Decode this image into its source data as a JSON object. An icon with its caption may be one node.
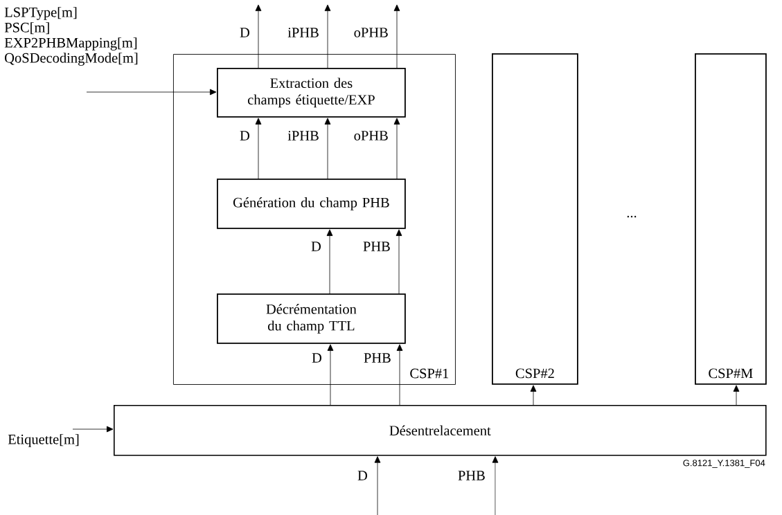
{
  "diagram": {
    "nodes": [
      {
        "text": [
          "CSP#1"
        ]
      },
      {
        "text": [
          "Extraction des champs étiquette/EXP"
        ],
        "in": 0
      },
      {
        "text": [
          "Génération du champ PHB"
        ],
        "in": 0
      },
      {
        "text": [
          "Décrémentation du champ TTL"
        ],
        "in": 0
      },
      {
        "text": [
          "CSP#2"
        ]
      },
      {
        "text": [
          "CSP#M"
        ]
      },
      {
        "text": [
          "Désentrelacement"
        ]
      }
    ],
    "edges": [
      {
        "from": 1,
        "to": null,
        "arrow": "to",
        "label": "D"
      },
      {
        "from": 1,
        "to": null,
        "arrow": "to",
        "label": "iPHB"
      },
      {
        "from": 1,
        "to": null,
        "arrow": "to",
        "label": "oPHB"
      },
      {
        "from": 2,
        "to": 1,
        "arrow": "to",
        "label": "D"
      },
      {
        "from": 2,
        "to": 1,
        "arrow": "to",
        "label": "iPHB"
      },
      {
        "from": 2,
        "to": 1,
        "arrow": "to",
        "label": "oPHB"
      },
      {
        "from": 3,
        "to": 2,
        "arrow": "to",
        "label": "D"
      },
      {
        "from": 3,
        "to": 2,
        "arrow": "to",
        "label": "PHB"
      },
      {
        "from": 6,
        "to": 3,
        "arrow": "to",
        "label": "D"
      },
      {
        "from": 6,
        "to": 3,
        "arrow": "to",
        "label": "PHB"
      },
      {
        "from": 6,
        "to": 4,
        "arrow": "to"
      },
      {
        "from": 6,
        "to": 5,
        "arrow": "to"
      },
      {
        "from": null,
        "to": 1,
        "arrow": "to"
      },
      {
        "from": null,
        "to": 6,
        "arrow": "to",
        "label": "Etiquette[m]"
      },
      {
        "from": null,
        "to": 6,
        "arrow": "to",
        "label": "D"
      },
      {
        "from": null,
        "to": 6,
        "arrow": "to",
        "label": "PHB"
      }
    ],
    "labels": [
      "LSPType[m]",
      "PSC[m]",
      "EXP2PHBMapping[m]",
      "QoSDecodingMode[m]",
      "...",
      "G.8121_Y.1381_F04"
    ]
  }
}
